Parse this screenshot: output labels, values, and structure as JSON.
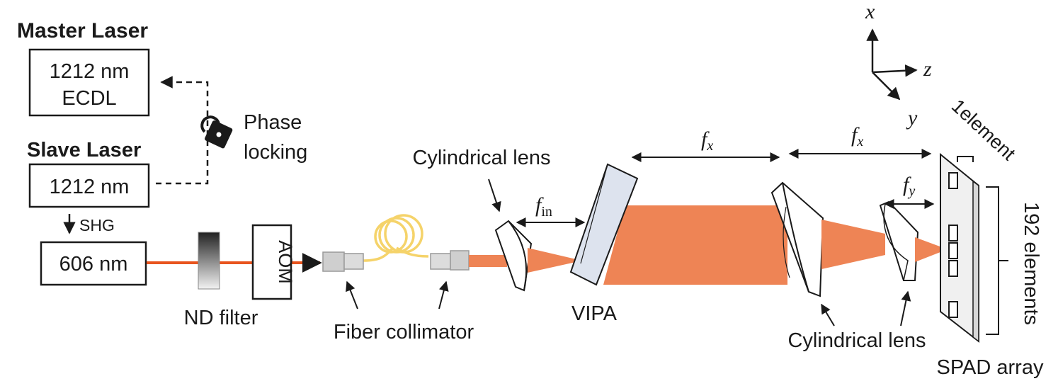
{
  "labels": {
    "master_title": "Master Laser",
    "master_line1": "1212 nm",
    "master_line2": "ECDL",
    "slave_title": "Slave Laser",
    "slave_line1": "1212 nm",
    "shg": "SHG",
    "box_606": "606 nm",
    "phase": "Phase",
    "locking": "locking",
    "nd_filter": "ND filter",
    "aom": "AOM",
    "fiber_collimator": "Fiber collimator",
    "cyl_lens_1": "Cylindrical lens",
    "cyl_lens_2": "Cylindrical lens",
    "vipa": "VIPA",
    "spad_array": "SPAD array",
    "one_element": "1element",
    "elements_192": "192 elements",
    "f_in_main": "f",
    "f_in_sub": "in",
    "fx1_main": "f",
    "fx1_sub": "x",
    "fx2_main": "f",
    "fx2_sub": "x",
    "fy_main": "f",
    "fy_sub": "y",
    "axis_x": "x",
    "axis_y": "y",
    "axis_z": "z"
  },
  "colors": {
    "beam": "#e8541e",
    "beam_fan": "#ee8455",
    "fiber": "#f5d36a",
    "vipa": "#dde3ee",
    "lines": "#1a1a1a"
  }
}
